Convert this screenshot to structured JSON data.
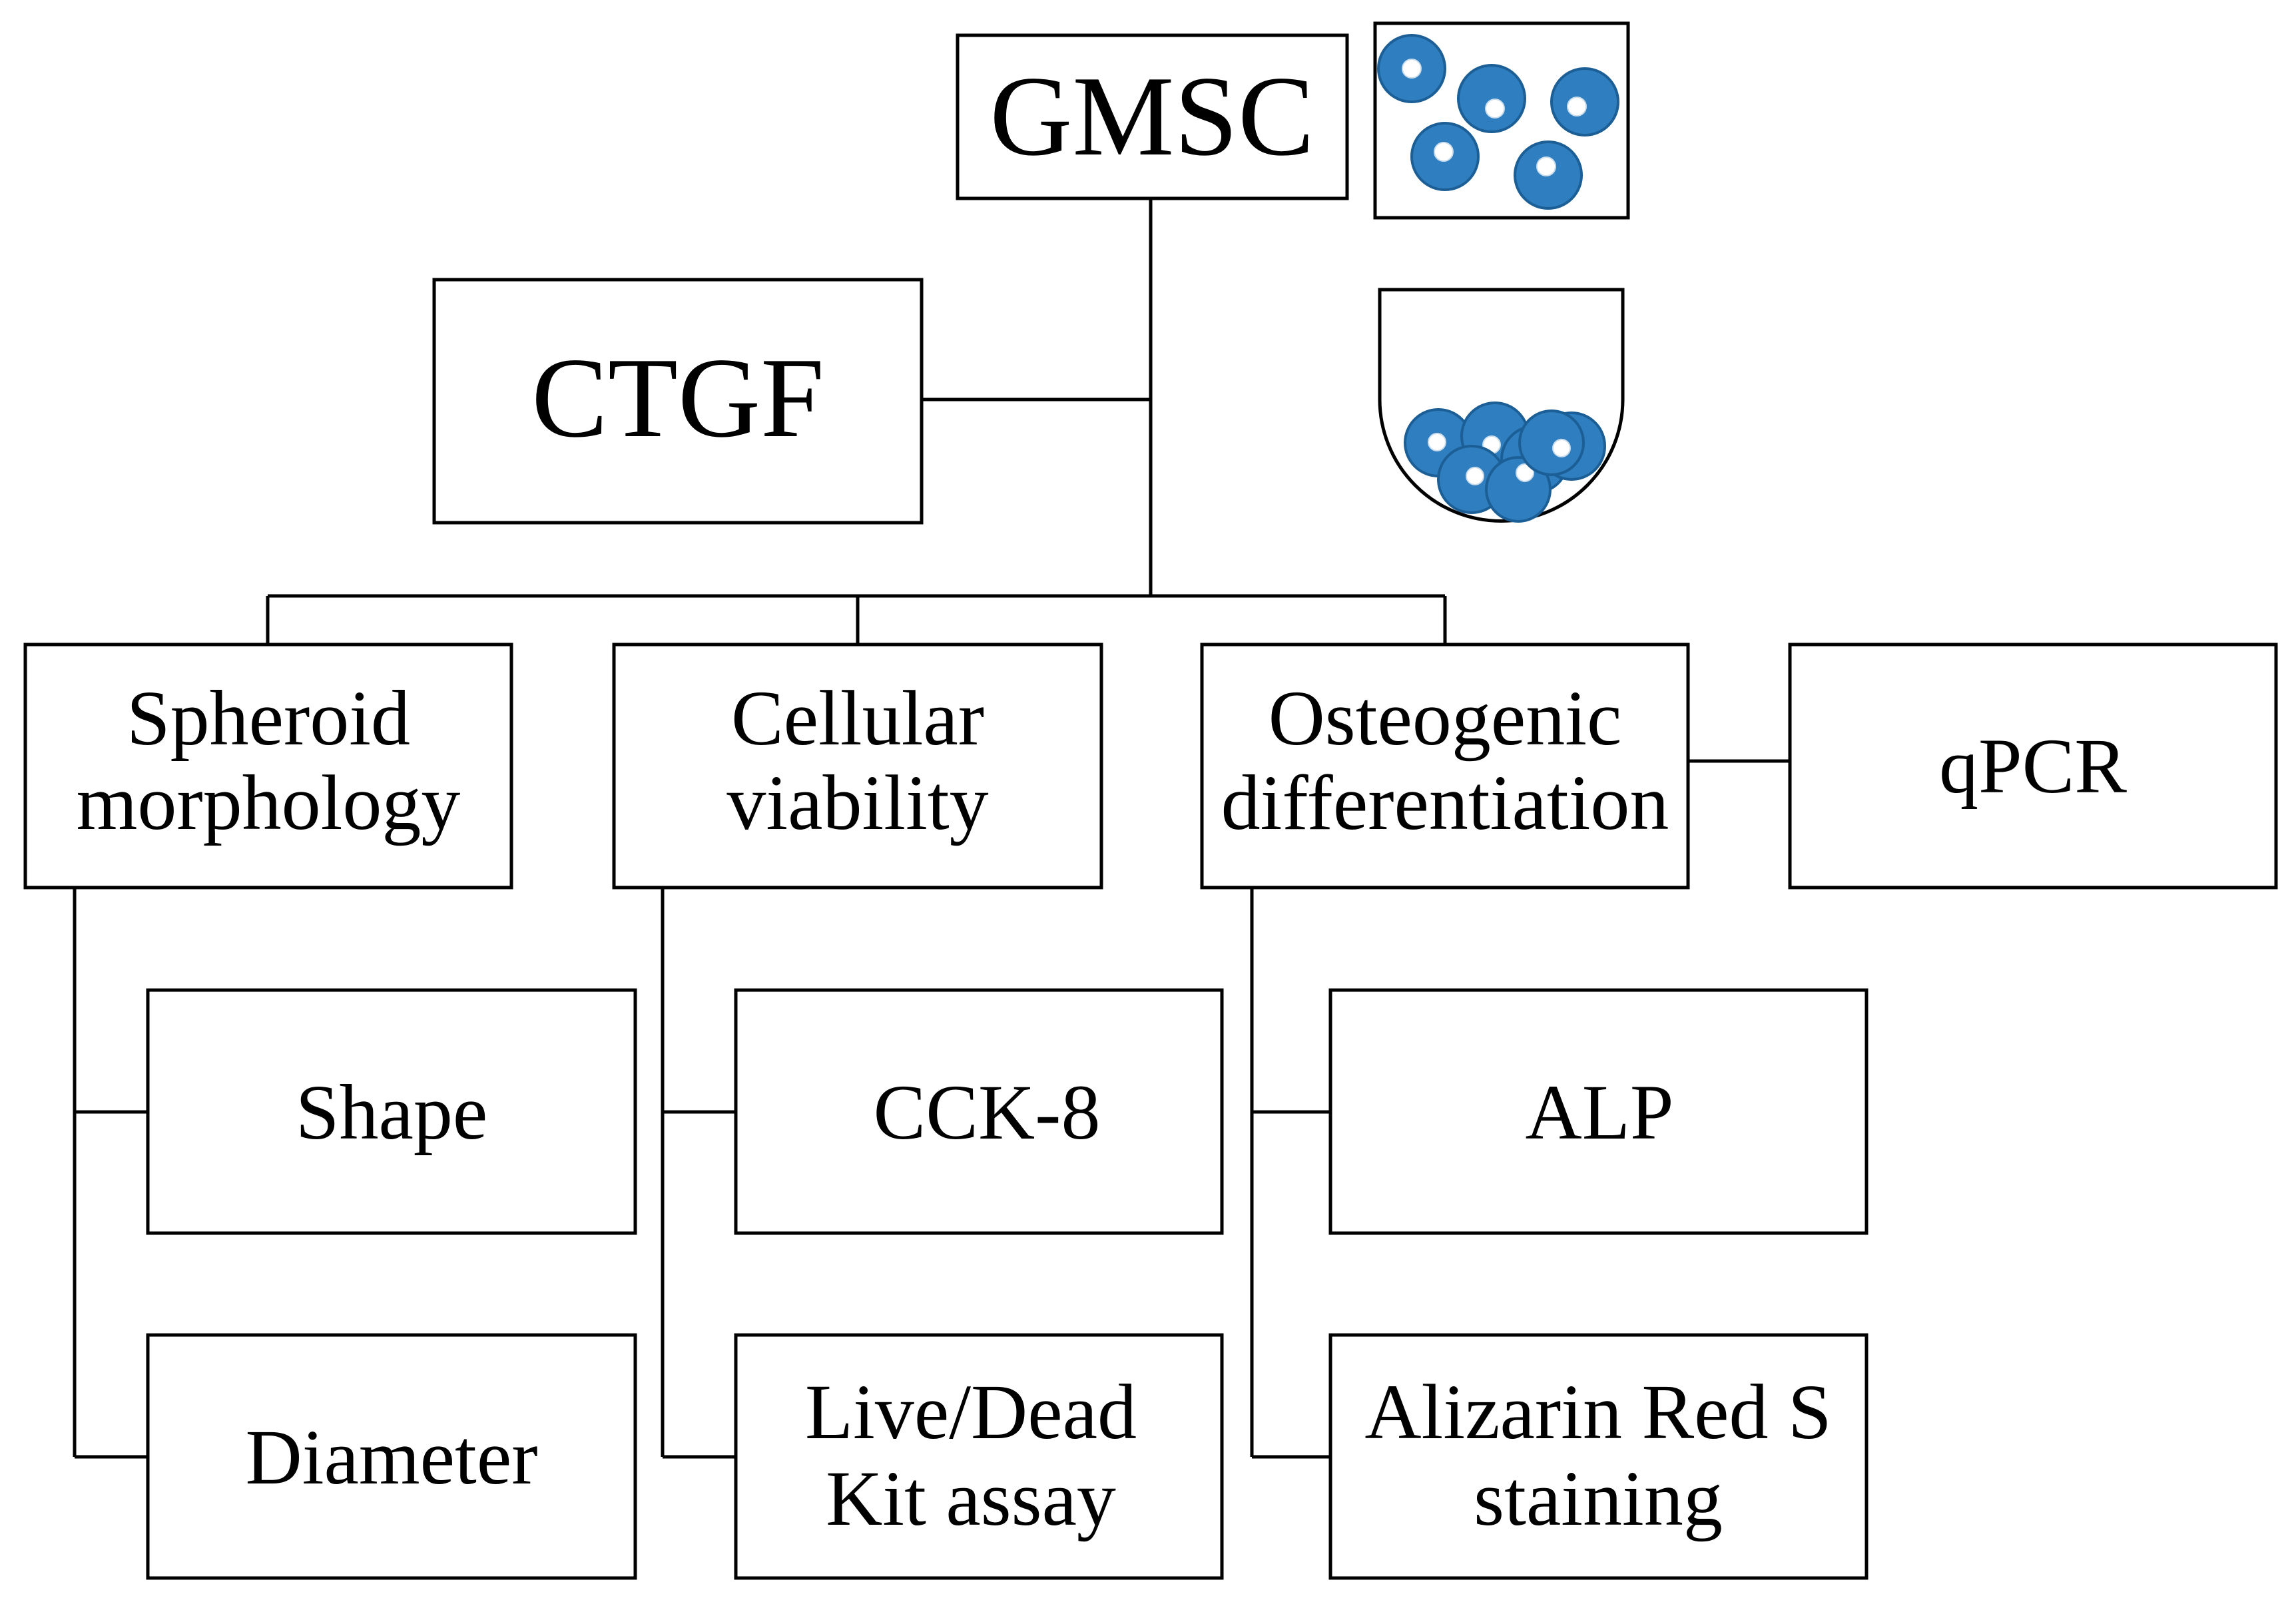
{
  "nodes": {
    "gmsc": "GMSC",
    "ctgf": "CTGF",
    "spheroid": [
      "Spheroid",
      "morphology"
    ],
    "viability": [
      "Cellular",
      "viability"
    ],
    "osteo": [
      "Osteogenic",
      "differentiation"
    ],
    "qpcr": "qPCR",
    "shape": "Shape",
    "diameter": "Diameter",
    "cck8": "CCK-8",
    "livedead": [
      "Live/Dead",
      "Kit assay"
    ],
    "alp": "ALP",
    "alizarin": [
      "Alizarin Red S",
      "staining"
    ]
  },
  "icons": {
    "cells": "dispersed-cells-icon",
    "spheroid": "spheroid-well-icon"
  },
  "colors": {
    "cell_fill": "#2f7ebf",
    "line": "#000000"
  }
}
